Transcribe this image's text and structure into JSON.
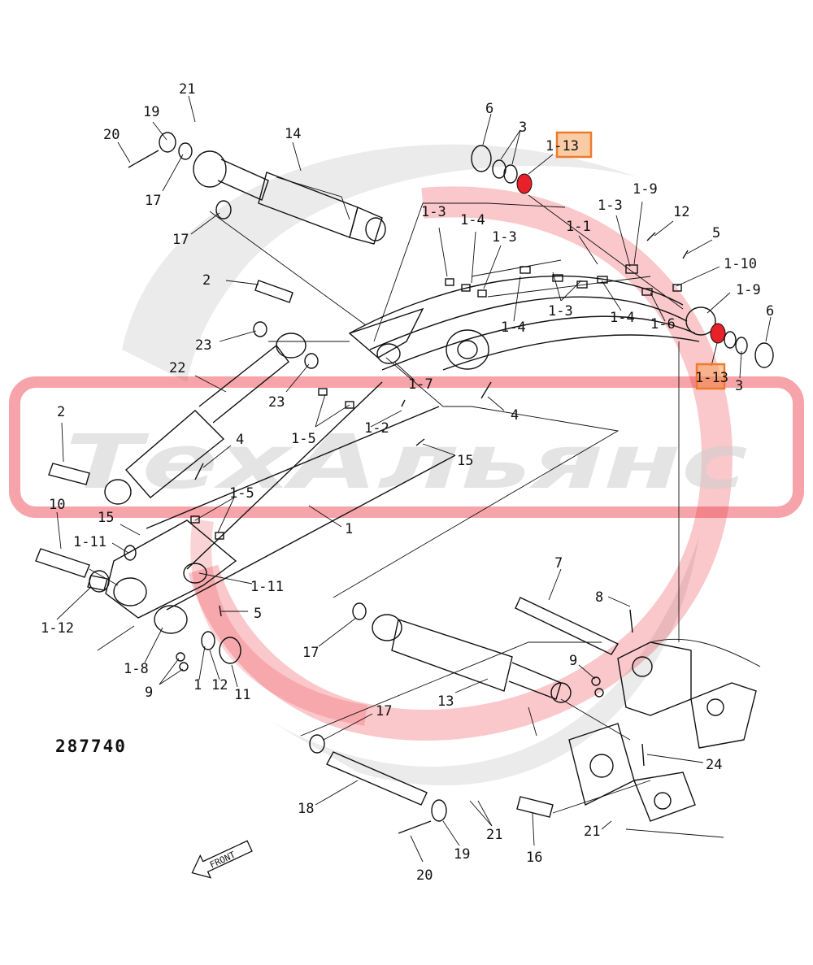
{
  "drawing_number": "287740",
  "watermark": {
    "brand_text": "ТехАльянс"
  },
  "front_arrow_label": "FRONT",
  "part_labels": {
    "p1": "1",
    "p1_1": "1-1",
    "p1_2": "1-2",
    "p1_3a": "1-3",
    "p1_3b": "1-3",
    "p1_3c": "1-3",
    "p1_3d": "1-3",
    "p1_4a": "1-4",
    "p1_4b": "1-4",
    "p1_4c": "1-4",
    "p1_5a": "1-5",
    "p1_5b": "1-5",
    "p1_6": "1-6",
    "p1_7": "1-7",
    "p1_8": "1-8",
    "p1_9a": "1-9",
    "p1_9b": "1-9",
    "p1_10": "1-10",
    "p1_11a": "1-11",
    "p1_11b": "1-11",
    "p1_12": "1-12",
    "p1_13a": "1-13",
    "p1_13b": "1-13",
    "p1b": "1",
    "p2a": "2",
    "p2b": "2",
    "p3a": "3",
    "p3b": "3",
    "p4a": "4",
    "p4b": "4",
    "p5a": "5",
    "p5b": "5",
    "p6a": "6",
    "p6b": "6",
    "p7": "7",
    "p8": "8",
    "p9a": "9",
    "p9b": "9",
    "p10": "10",
    "p11": "11",
    "p12a": "12",
    "p12b": "12",
    "p13": "13",
    "p14": "14",
    "p15a": "15",
    "p15b": "15",
    "p16": "16",
    "p17a": "17",
    "p17b": "17",
    "p17c": "17",
    "p17d": "17",
    "p18": "18",
    "p19a": "19",
    "p19b": "19",
    "p20a": "20",
    "p20b": "20",
    "p21a": "21",
    "p21b": "21",
    "p21c": "21",
    "p22": "22",
    "p23a": "23",
    "p23b": "23",
    "p24": "24"
  },
  "colors": {
    "highlight": "#ee7a2a",
    "highlight_fill": "#f5a25d",
    "selected_part": "#e8202a",
    "watermark_red": "#e8202a",
    "watermark_gray": "#c9c9c9"
  }
}
